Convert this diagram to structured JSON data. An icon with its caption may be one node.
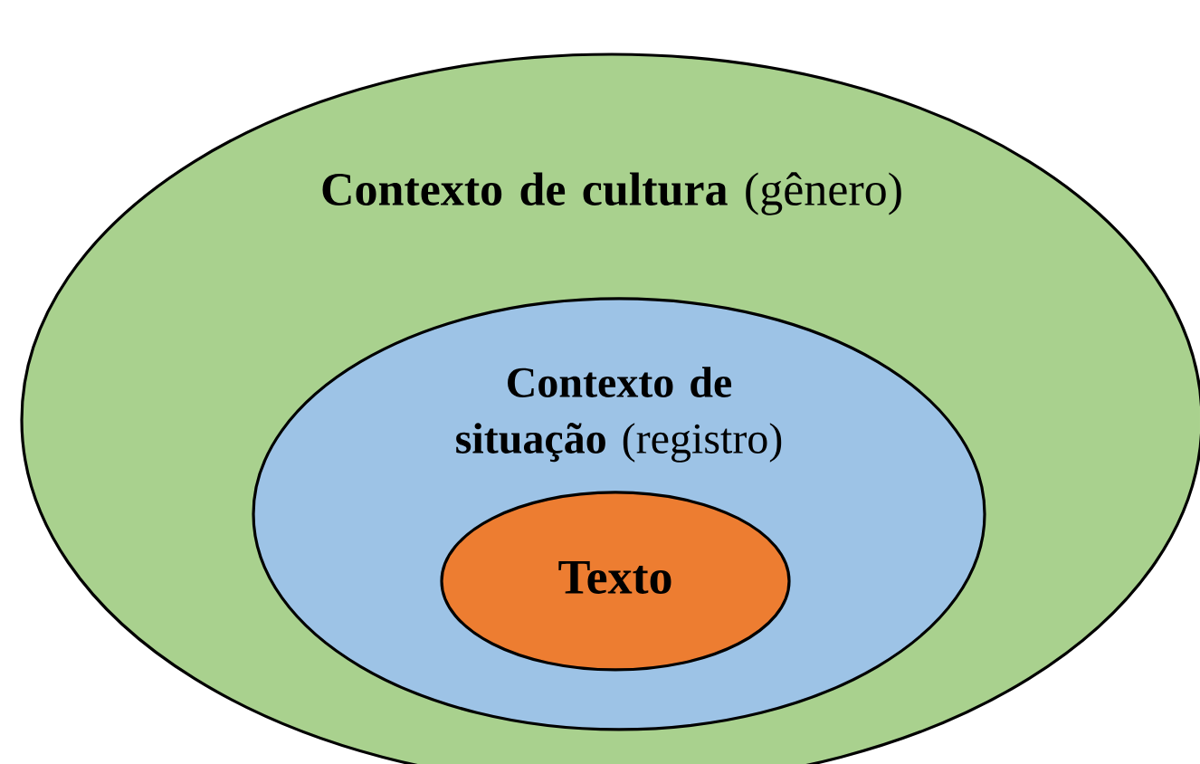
{
  "diagram": {
    "nodes": [
      {
        "text": [
          "**Contexto de cultura** (gênero)"
        ]
      },
      {
        "text": [
          "**Contexto de situação** (registro)"
        ],
        "in": 0
      },
      {
        "text": [
          "Texto"
        ],
        "in": 1
      }
    ]
  }
}
